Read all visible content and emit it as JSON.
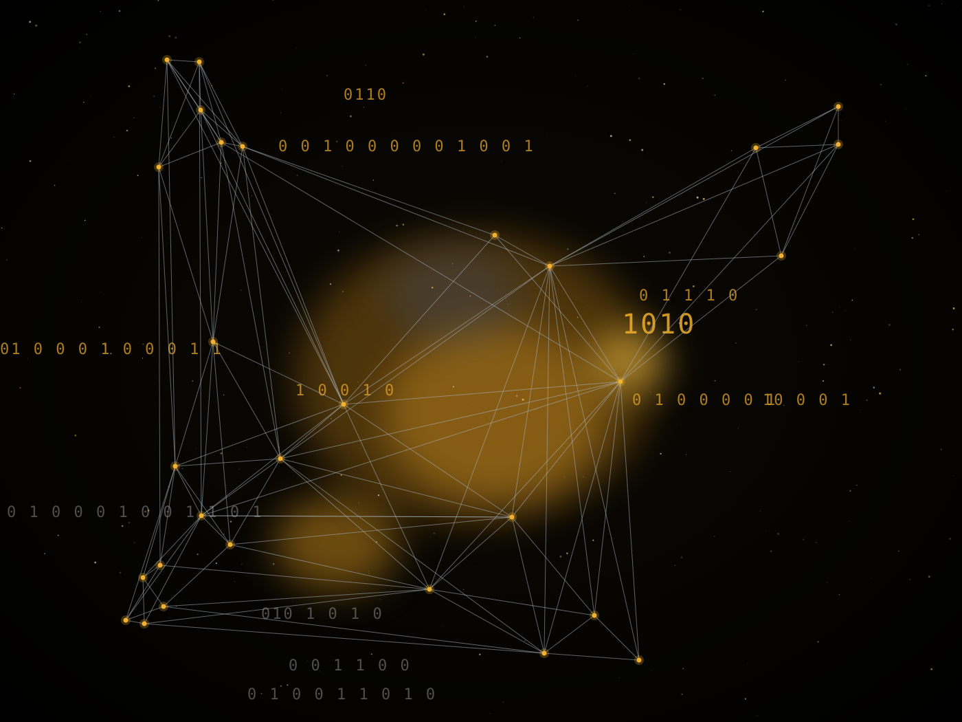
{
  "scene": {
    "background": "#000000",
    "accent": "#f2b230",
    "line_color": "#a9b4c0",
    "nebula_colors": [
      "#c98a1a",
      "#f0b030",
      "#3a4a6a"
    ]
  },
  "digit_rows": [
    {
      "text": "0110",
      "cls": "mid"
    },
    {
      "text": "0  0   1  0 0  0 0 0 1 0   0 1",
      "cls": "mid"
    },
    {
      "text": "01 0 0  0 1  0 0  0 1 1",
      "cls": "mid"
    },
    {
      "text": "1010",
      "cls": "big"
    },
    {
      "text": "0 1 0   0 0 0 1",
      "cls": "mid"
    },
    {
      "text": "10  0  0  1",
      "cls": "mid"
    },
    {
      "text": "0 1 0  0  0 1 0 0 1 1 0 1",
      "cls": "mid"
    },
    {
      "text": "010 1 0 1 0",
      "cls": "mid"
    },
    {
      "text": "0   0 1 1 0 0",
      "cls": "mid"
    },
    {
      "text": "0 1 0 0  1 1 0  1 0",
      "cls": "mid"
    },
    {
      "text": "1  0 0  1 0",
      "cls": "mid"
    },
    {
      "text": "0 1 1 1 0",
      "cls": "mid"
    }
  ]
}
